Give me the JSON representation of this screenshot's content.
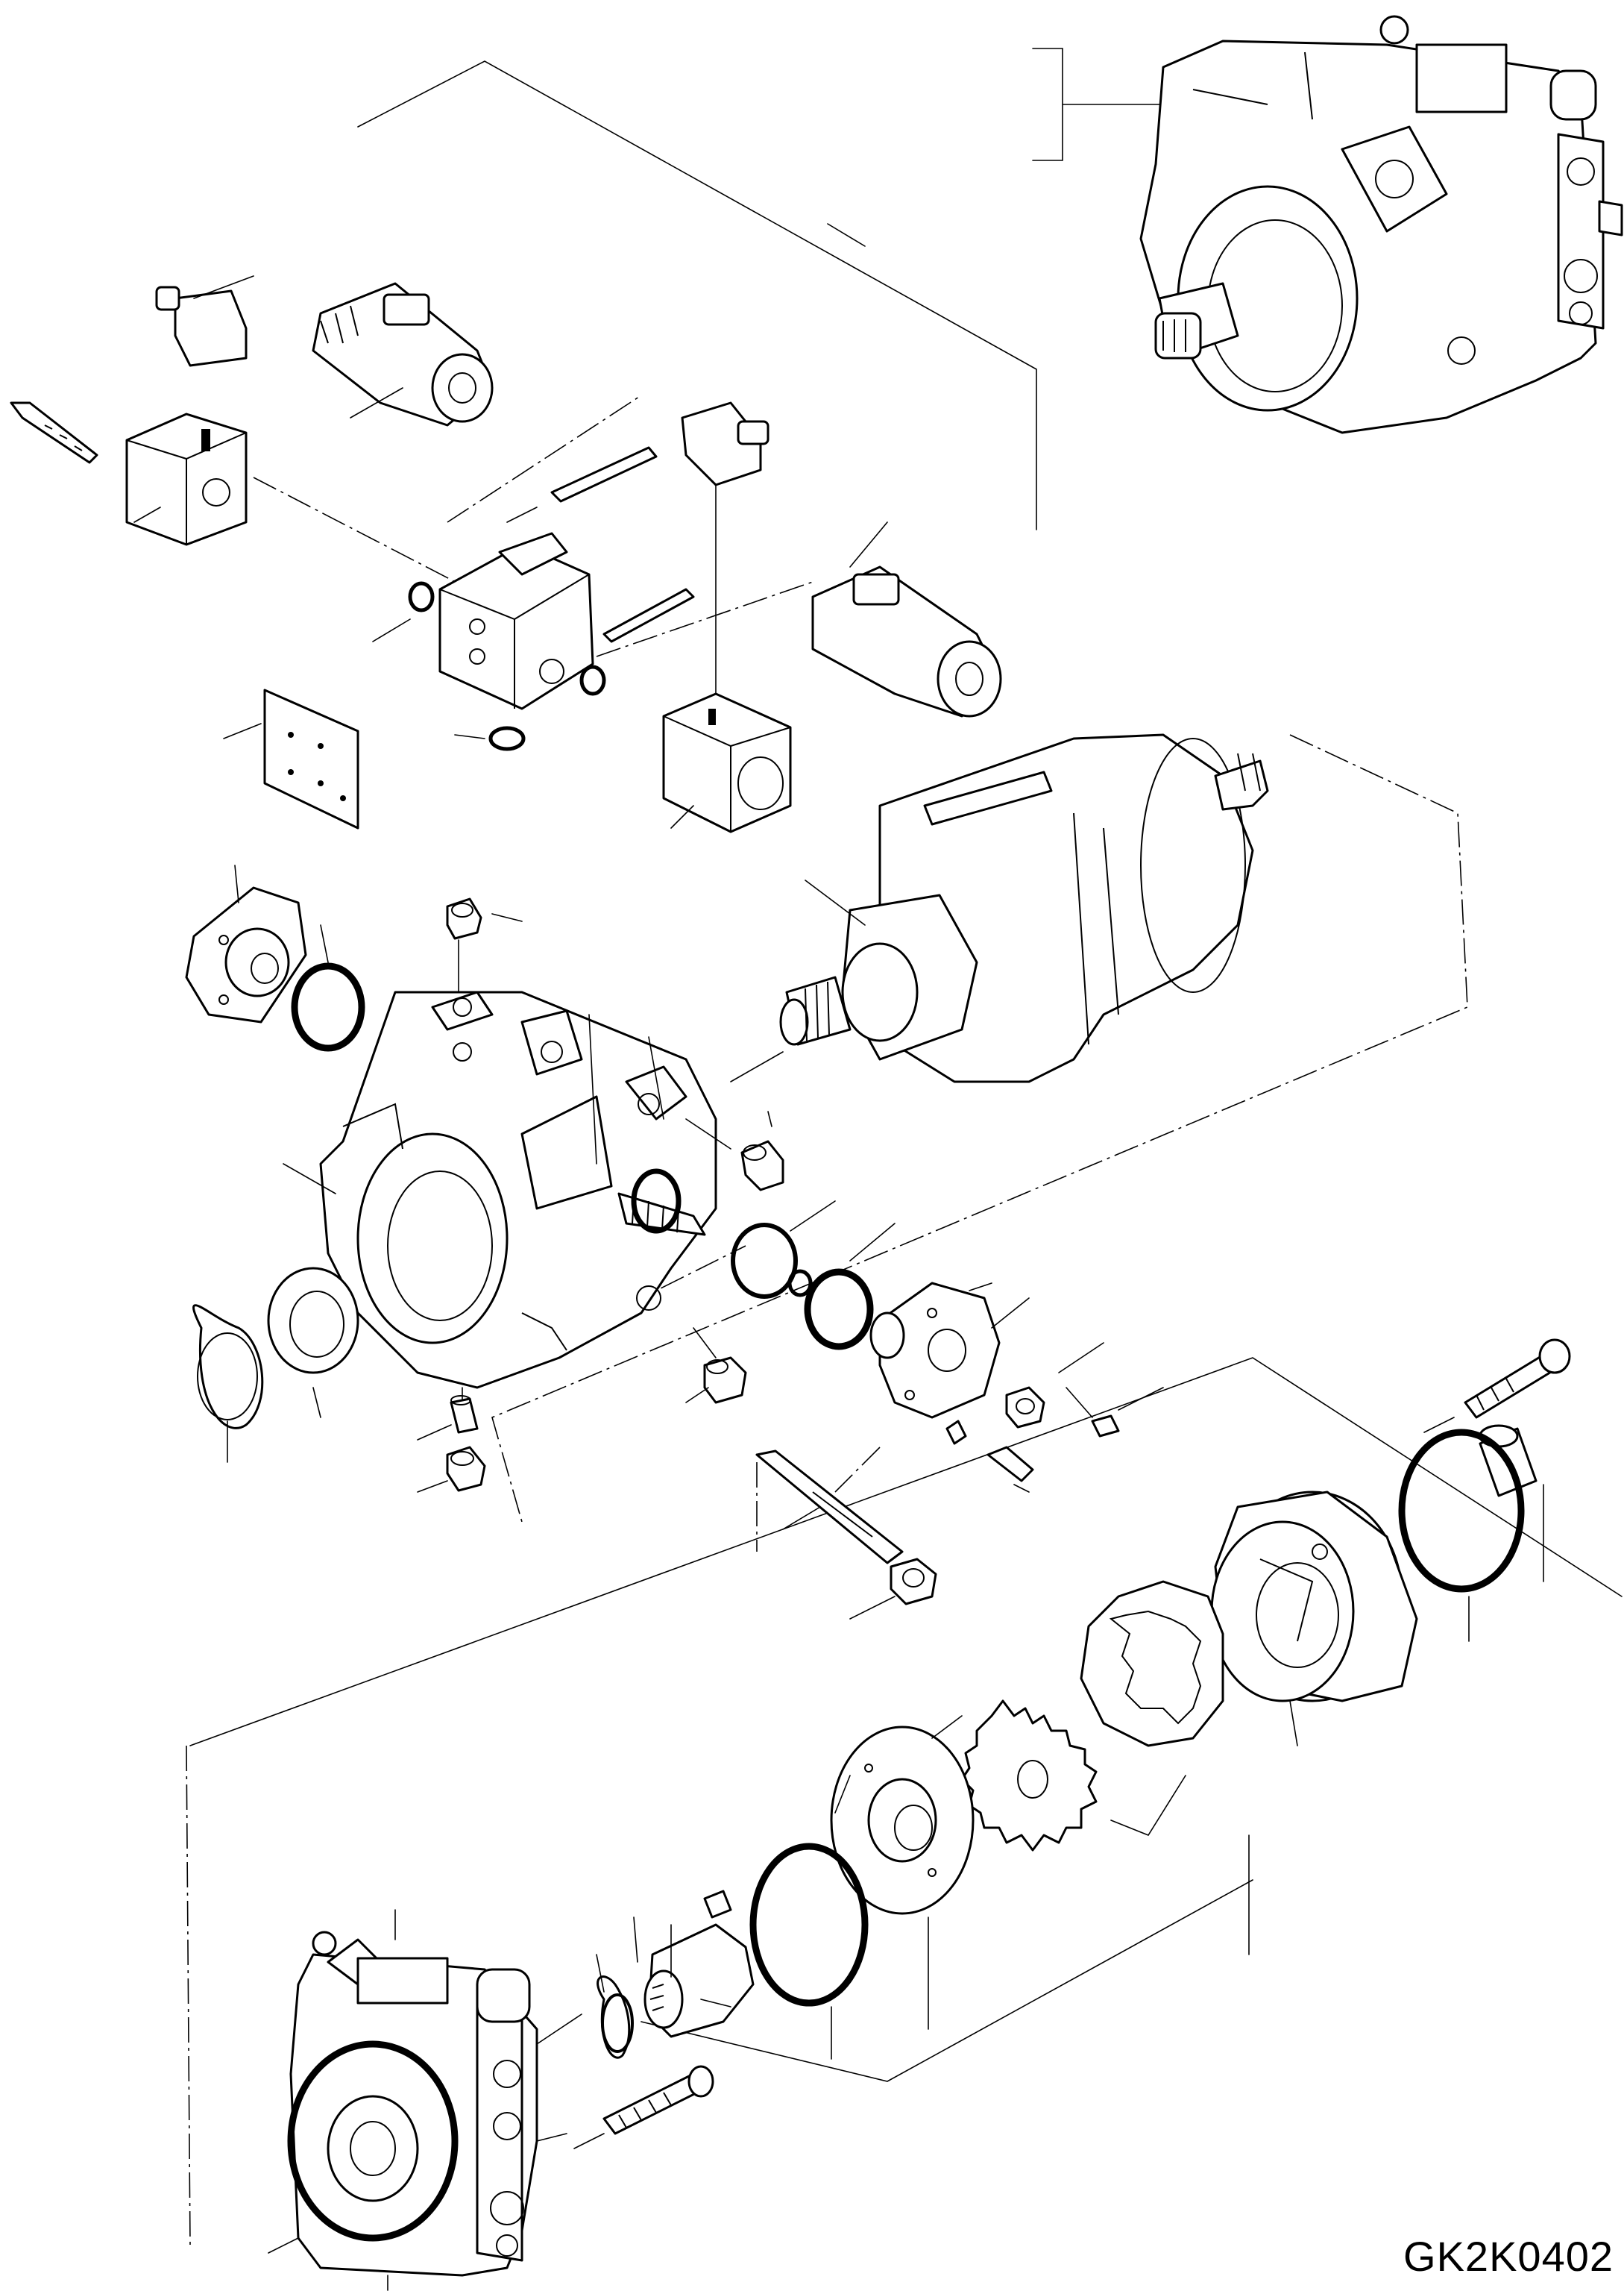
{
  "diagram": {
    "drawing_code": "GK2K0402",
    "parts": [
      {
        "id": "pump-assembly",
        "icon": "pump-assembly-icon"
      },
      {
        "id": "solenoid-connector-top-left",
        "icon": "connector-plug-icon"
      },
      {
        "id": "solenoid-coil-top",
        "icon": "solenoid-coil-icon"
      },
      {
        "id": "long-bolt-left",
        "icon": "bolt-icon"
      },
      {
        "id": "valve-block-small",
        "icon": "valve-block-icon"
      },
      {
        "id": "connector-plug-right",
        "icon": "connector-plug-icon"
      },
      {
        "id": "bolt-pair",
        "icon": "bolt-icon"
      },
      {
        "id": "control-valve-block",
        "icon": "valve-block-icon"
      },
      {
        "id": "o-ring-small",
        "icon": "o-ring-icon"
      },
      {
        "id": "gasket-plate",
        "icon": "gasket-icon"
      },
      {
        "id": "solenoid-coil-middle",
        "icon": "solenoid-coil-icon"
      },
      {
        "id": "valve-block-right",
        "icon": "valve-block-icon"
      },
      {
        "id": "rotating-group",
        "icon": "rotating-group-icon"
      },
      {
        "id": "flange-cover-left",
        "icon": "flange-icon"
      },
      {
        "id": "o-ring-flange",
        "icon": "o-ring-icon"
      },
      {
        "id": "socket-screw-top",
        "icon": "screw-icon"
      },
      {
        "id": "pump-housing",
        "icon": "pump-housing-icon"
      },
      {
        "id": "adjusting-screw",
        "icon": "adjusting-screw-icon"
      },
      {
        "id": "plug",
        "icon": "plug-icon"
      },
      {
        "id": "shaft-seal",
        "icon": "shaft-seal-icon"
      },
      {
        "id": "snap-ring",
        "icon": "snap-ring-icon"
      },
      {
        "id": "pin",
        "icon": "pin-icon"
      },
      {
        "id": "set-screw",
        "icon": "screw-icon"
      },
      {
        "id": "stop-screw",
        "icon": "adjusting-screw-icon"
      },
      {
        "id": "lock-nut",
        "icon": "nut-icon"
      },
      {
        "id": "seal-ring",
        "icon": "o-ring-icon"
      },
      {
        "id": "flange-cover-right",
        "icon": "flange-icon"
      },
      {
        "id": "charge-pump-housing",
        "icon": "pump-housing-icon"
      },
      {
        "id": "bolt-long-right",
        "icon": "bolt-icon"
      },
      {
        "id": "bushing",
        "icon": "bushing-icon"
      },
      {
        "id": "o-ring-large",
        "icon": "o-ring-icon"
      },
      {
        "id": "gear-set",
        "icon": "gear-icon"
      },
      {
        "id": "plate",
        "icon": "plate-icon"
      },
      {
        "id": "coupling",
        "icon": "coupling-icon"
      },
      {
        "id": "circlip",
        "icon": "snap-ring-icon"
      },
      {
        "id": "end-cover",
        "icon": "end-cover-icon"
      },
      {
        "id": "cap-screw",
        "icon": "bolt-icon"
      }
    ]
  }
}
